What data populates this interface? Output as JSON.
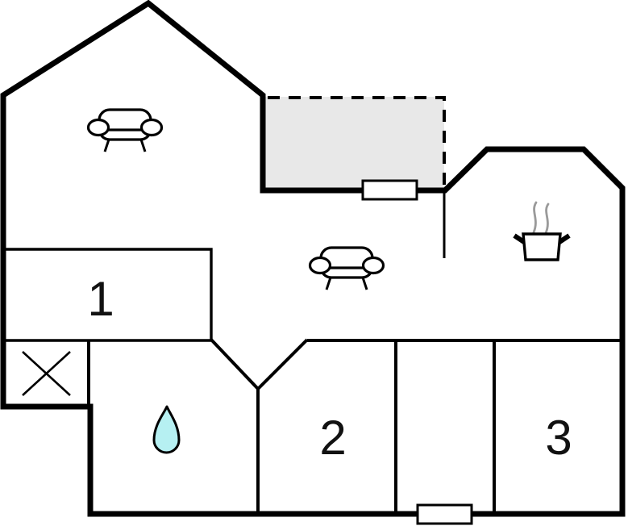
{
  "floor_plan": {
    "rooms": [
      {
        "label": "1"
      },
      {
        "label": "2"
      },
      {
        "label": "3"
      }
    ],
    "colors": {
      "wall": "#000000",
      "background": "#ffffff",
      "terrace_fill": "#e8e8e8",
      "water_drop_fill": "#b6f0f2",
      "steam": "#9a9a9a"
    },
    "icons": {
      "living_sofa": "sofa-icon",
      "lounge_sofa": "sofa-icon",
      "kitchen": "cooking-pot-icon",
      "bathroom": "water-drop-icon",
      "entry_area": "x-cross-icon"
    }
  }
}
